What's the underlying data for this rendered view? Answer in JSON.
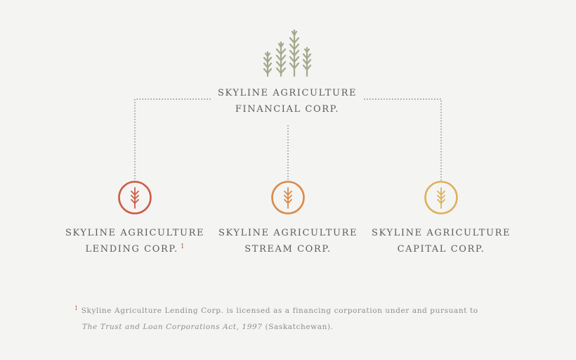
{
  "parent": {
    "line1": "SKYLINE AGRICULTURE",
    "line2": "FINANCIAL CORP."
  },
  "subsidiaries": [
    {
      "line1": "SKYLINE AGRICULTURE",
      "line2": "LENDING CORP.",
      "footnote_ref": "1",
      "color": "#cc5d44"
    },
    {
      "line1": "SKYLINE AGRICULTURE",
      "line2": "STREAM CORP.",
      "footnote_ref": "",
      "color": "#db8a48"
    },
    {
      "line1": "SKYLINE AGRICULTURE",
      "line2": "CAPITAL CORP.",
      "footnote_ref": "",
      "color": "#dcb25a"
    }
  ],
  "colors": {
    "logo_green": "#a3a98a",
    "connector": "#8a8d8c",
    "footnote_marker": "#cf5b46"
  },
  "icons": {
    "parent": "wheat-stalks-logo",
    "subsidiary": "wheat-circle-icon"
  },
  "footnote": {
    "marker": "1",
    "text_line1": "Skyline Agriculture Lending Corp. is licensed as a financing corporation under and pursuant to",
    "act_title": "The Trust and Loan Corporations Act, 1997",
    "act_suffix": " (Saskatchewan)."
  }
}
